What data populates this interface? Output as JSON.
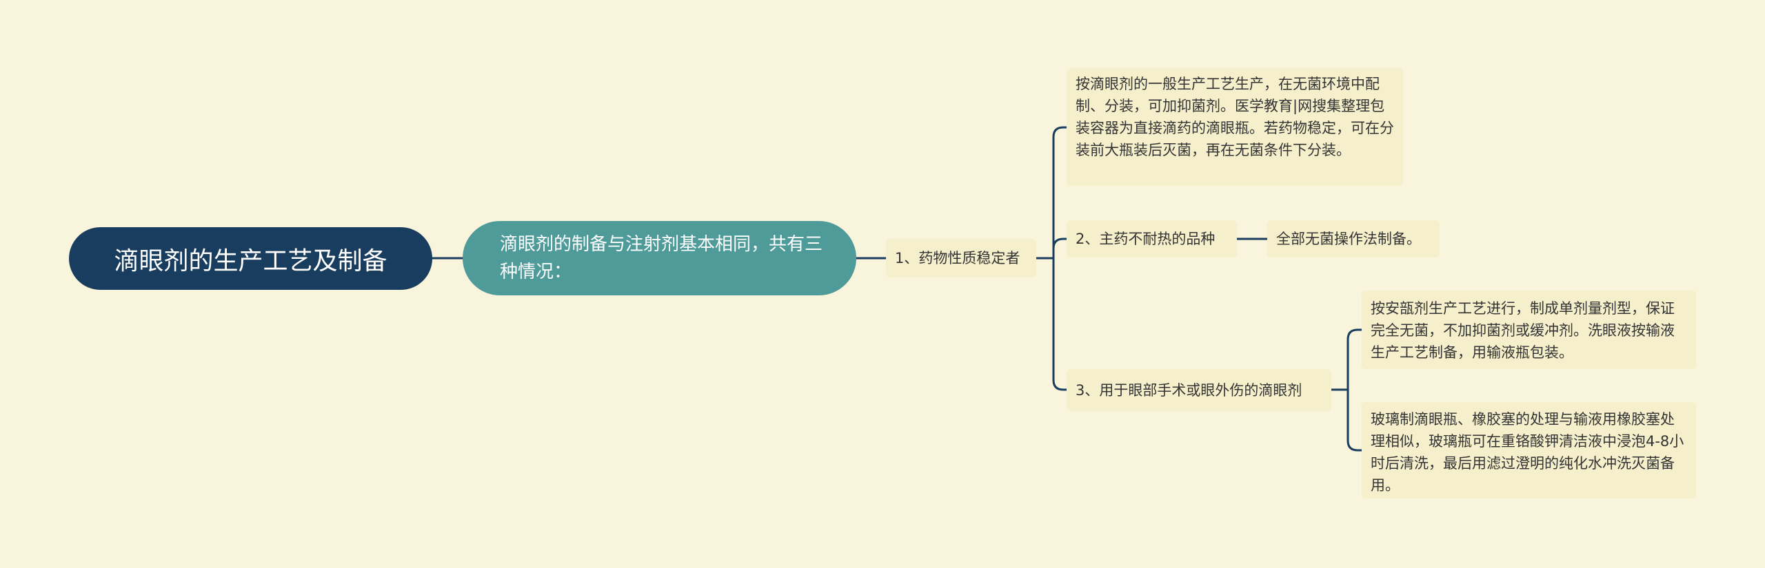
{
  "root": {
    "text": "滴眼剂的生产工艺及制备"
  },
  "level1": {
    "text": "滴眼剂的制备与注射剂基本相同，共有三种情况："
  },
  "level2": {
    "text": "1、药物性质稳定者"
  },
  "level3": [
    {
      "text": "按滴眼剂的一般生产工艺生产，在无菌环境中配制、分装，可加抑菌剂。医学教育|网搜集整理包装容器为直接滴药的滴眼瓶。若药物稳定，可在分装前大瓶装后灭菌，再在无菌条件下分装。"
    },
    {
      "text": "2、主药不耐热的品种"
    },
    {
      "text": "3、用于眼部手术或眼外伤的滴眼剂"
    }
  ],
  "level4": [
    {
      "text": "全部无菌操作法制备。"
    },
    {
      "text": "按安瓿剂生产工艺进行，制成单剂量剂型，保证完全无菌，不加抑菌剂或缓冲剂。洗眼液按输液生产工艺制备，用输液瓶包装。"
    },
    {
      "text": "玻璃制滴眼瓶、橡胶塞的处理与输液用橡胶塞处理相似，玻璃瓶可在重铬酸钾清洁液中浸泡4-8小时后清洗，最后用滤过澄明的纯化水冲洗灭菌备用。"
    }
  ],
  "colors": {
    "background": "#f9f4dc",
    "root_fill": "#193d5e",
    "level1_fill": "#4e9b9a",
    "box_fill": "#f6efcc",
    "connector": "#193d5e"
  }
}
